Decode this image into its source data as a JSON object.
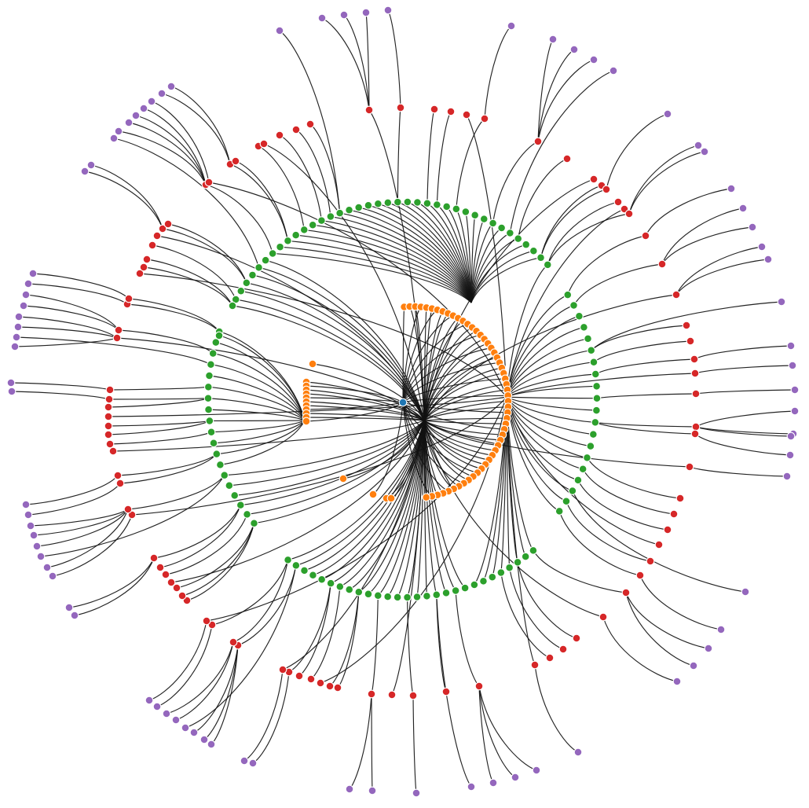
{
  "diagram": {
    "type": "radial-tree",
    "depth_colors": [
      "#1f77b4",
      "#ff7f0e",
      "#2ca02c",
      "#d62728",
      "#9467bd"
    ],
    "edge_color": "#111111",
    "node_border_color": "#ffffff",
    "levels": [
      {
        "depth": 0,
        "color": "#1f77b4",
        "node_count": 1
      },
      {
        "depth": 1,
        "color": "#ff7f0e"
      },
      {
        "depth": 2,
        "color": "#2ca02c"
      },
      {
        "depth": 3,
        "color": "#d62728"
      },
      {
        "depth": 4,
        "color": "#9467bd"
      }
    ],
    "labels_shown": false
  }
}
